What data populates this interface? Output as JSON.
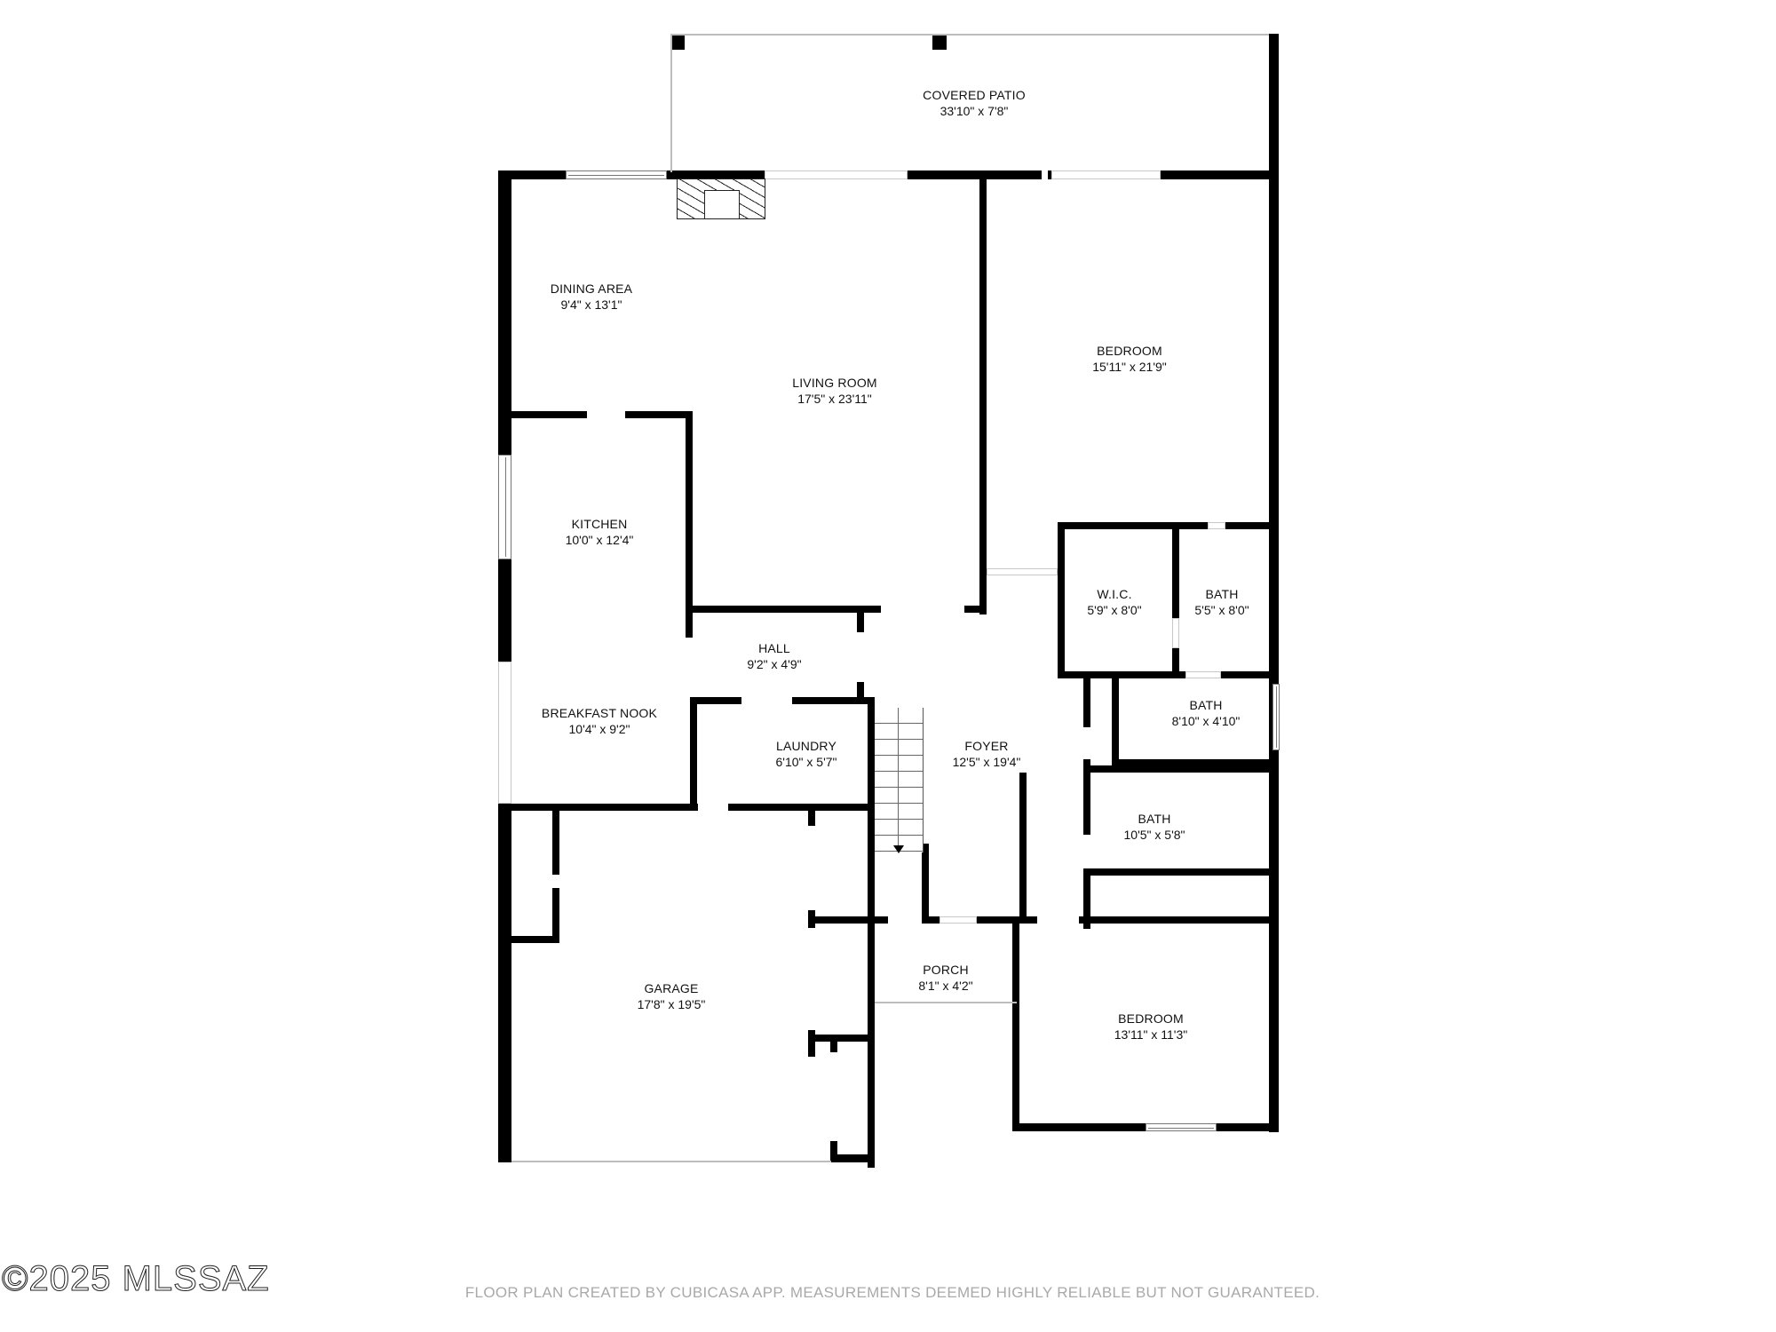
{
  "rooms": {
    "covered_patio": {
      "name": "COVERED PATIO",
      "dims": "33'10\" x 7'8\""
    },
    "dining_area": {
      "name": "DINING AREA",
      "dims": "9'4\" x 13'1\""
    },
    "living_room": {
      "name": "LIVING ROOM",
      "dims": "17'5\" x 23'11\""
    },
    "bedroom_primary": {
      "name": "BEDROOM",
      "dims": "15'11\" x 21'9\""
    },
    "kitchen": {
      "name": "KITCHEN",
      "dims": "10'0\" x 12'4\""
    },
    "hall": {
      "name": "HALL",
      "dims": "9'2\" x 4'9\""
    },
    "wic": {
      "name": "W.I.C.",
      "dims": "5'9\" x 8'0\""
    },
    "bath_ensuite": {
      "name": "BATH",
      "dims": "5'5\" x 8'0\""
    },
    "breakfast_nook": {
      "name": "BREAKFAST NOOK",
      "dims": "10'4\" x 9'2\""
    },
    "laundry": {
      "name": "LAUNDRY",
      "dims": "6'10\" x 5'7\""
    },
    "foyer": {
      "name": "FOYER",
      "dims": "12'5\" x 19'4\""
    },
    "bath_middle": {
      "name": "BATH",
      "dims": "8'10\" x 4'10\""
    },
    "bath_hall": {
      "name": "BATH",
      "dims": "10'5\" x 5'8\""
    },
    "garage": {
      "name": "GARAGE",
      "dims": "17'8\" x 19'5\""
    },
    "porch": {
      "name": "PORCH",
      "dims": "8'1\" x 4'2\""
    },
    "bedroom_second": {
      "name": "BEDROOM",
      "dims": "13'11\" x 11'3\""
    }
  },
  "footer": {
    "watermark": "©2025 MLSSAZ",
    "disclaimer": "FLOOR PLAN CREATED BY CUBICASA APP. MEASUREMENTS DEEMED HIGHLY RELIABLE BUT NOT GUARANTEED."
  },
  "colors": {
    "wall": "#000000",
    "background": "#ffffff",
    "disclaimer": "#a9a9a9"
  },
  "walls": [
    [
      561,
      192,
      76,
      10
    ],
    [
      751,
      192,
      110,
      10
    ],
    [
      1022,
      192,
      151,
      10
    ],
    [
      1180,
      192,
      4,
      10
    ],
    [
      1307,
      192,
      132,
      10
    ],
    [
      1429,
      38,
      11,
      164
    ],
    [
      1429,
      192,
      11,
      1083
    ],
    [
      561,
      192,
      15,
      1117
    ],
    [
      755,
      38,
      16,
      18
    ],
    [
      1050,
      38,
      16,
      18
    ],
    [
      1103,
      202,
      8,
      490
    ],
    [
      1086,
      682,
      25,
      8
    ],
    [
      561,
      463,
      100,
      8
    ],
    [
      704,
      463,
      75,
      8
    ],
    [
      772,
      463,
      8,
      255
    ],
    [
      772,
      682,
      220,
      8
    ],
    [
      965,
      682,
      8,
      30
    ],
    [
      965,
      768,
      8,
      23
    ],
    [
      1191,
      588,
      248,
      8
    ],
    [
      1191,
      588,
      8,
      176
    ],
    [
      1191,
      756,
      248,
      8
    ],
    [
      1320,
      588,
      8,
      108
    ],
    [
      1320,
      730,
      8,
      30
    ],
    [
      1320,
      588,
      40,
      8
    ],
    [
      1380,
      588,
      59,
      8
    ],
    [
      1252,
      764,
      8,
      99
    ],
    [
      1220,
      764,
      8,
      55
    ],
    [
      1220,
      855,
      8,
      50
    ],
    [
      1252,
      855,
      187,
      8
    ],
    [
      1220,
      862,
      219,
      8
    ],
    [
      1220,
      978,
      219,
      8
    ],
    [
      1220,
      978,
      8,
      68
    ],
    [
      1220,
      1032,
      219,
      8
    ],
    [
      1220,
      905,
      8,
      35
    ],
    [
      1148,
      870,
      8,
      170
    ],
    [
      777,
      785,
      58,
      8
    ],
    [
      892,
      785,
      90,
      8
    ],
    [
      777,
      785,
      8,
      128
    ],
    [
      777,
      890,
      8,
      20
    ],
    [
      977,
      785,
      8,
      530
    ],
    [
      561,
      905,
      225,
      8
    ],
    [
      820,
      905,
      160,
      8
    ],
    [
      622,
      905,
      8,
      80
    ],
    [
      622,
      1000,
      8,
      62
    ],
    [
      561,
      1054,
      69,
      8
    ],
    [
      910,
      910,
      8,
      20
    ],
    [
      910,
      1025,
      8,
      20
    ],
    [
      910,
      1032,
      90,
      8
    ],
    [
      910,
      1160,
      8,
      30
    ],
    [
      910,
      1165,
      70,
      8
    ],
    [
      935,
      1165,
      8,
      20
    ],
    [
      935,
      1285,
      8,
      20
    ],
    [
      935,
      1300,
      45,
      9
    ],
    [
      561,
      1300,
      15,
      9
    ],
    [
      1038,
      950,
      8,
      85
    ],
    [
      1038,
      1032,
      20,
      8
    ],
    [
      1100,
      1032,
      50,
      8
    ],
    [
      1140,
      1032,
      8,
      240
    ],
    [
      1140,
      1265,
      300,
      9
    ],
    [
      1150,
      1032,
      18,
      8
    ],
    [
      1215,
      1032,
      28,
      8
    ],
    [
      1300,
      1032,
      60,
      8
    ],
    [
      1420,
      1032,
      19,
      8
    ]
  ]
}
